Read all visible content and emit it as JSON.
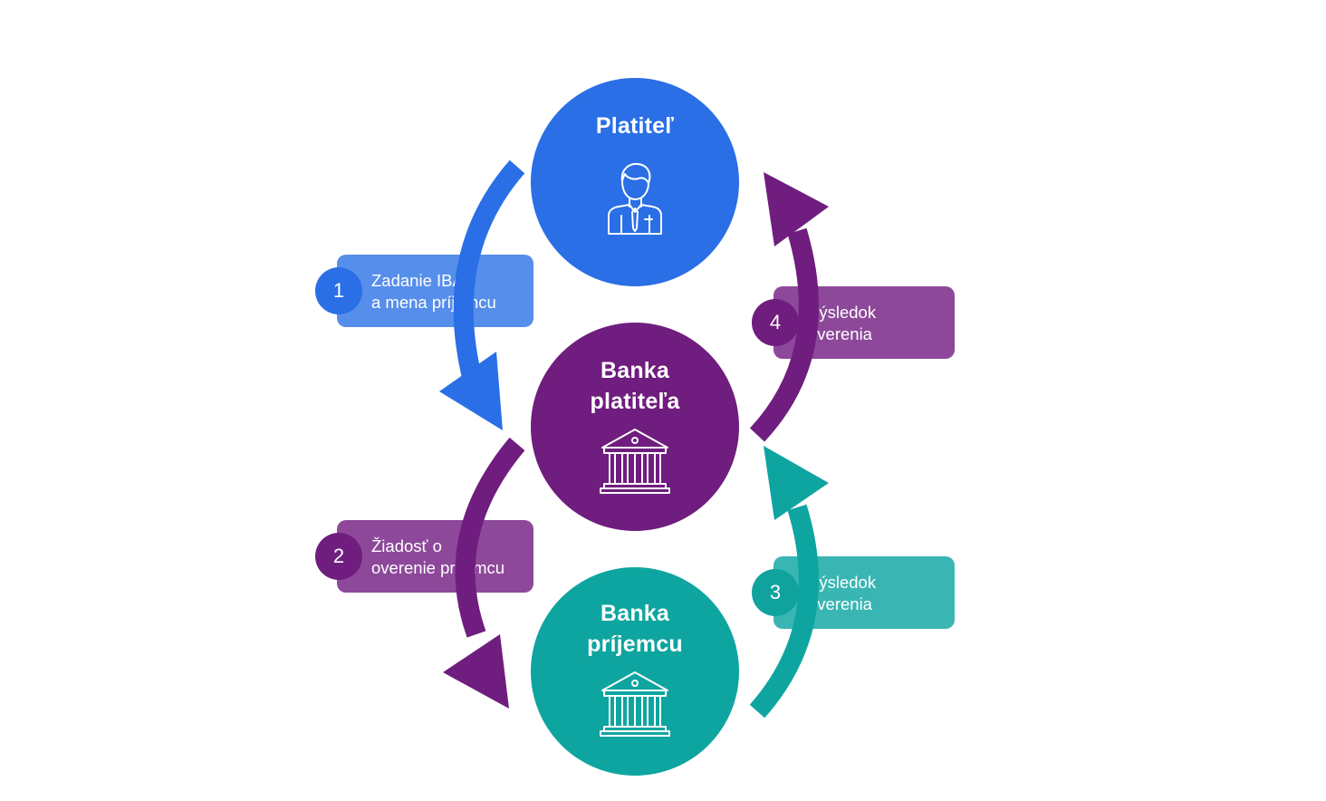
{
  "colors": {
    "payer": "#2a6fe6",
    "payer_bank": "#6f1d7e",
    "payee_bank": "#0ea5a0",
    "step1_box": "#3f7ee8",
    "step2_box": "#7d2f8c",
    "step3_box": "#1eaca8",
    "step4_box": "#7d2f8c",
    "step1_num": "#2a6fe6",
    "step2_num": "#6f1d7e",
    "step3_num": "#10a39e",
    "step4_num": "#6f1d7e"
  },
  "nodes": {
    "payer": {
      "title": "Platiteľ",
      "icon": "person-icon"
    },
    "payer_bank": {
      "title_line1": "Banka",
      "title_line2": "platiteľa",
      "icon": "bank-icon"
    },
    "payee_bank": {
      "title_line1": "Banka",
      "title_line2": "príjemcu",
      "icon": "bank-icon"
    }
  },
  "steps": [
    {
      "number": "1",
      "line1": "Zadanie IBAN",
      "line2": "a mena príjemcu",
      "from": "Platiteľ",
      "to": "Banka platiteľa"
    },
    {
      "number": "2",
      "line1": "Žiadosť o",
      "line2": "overenie príjemcu",
      "from": "Banka platiteľa",
      "to": "Banka príjemcu"
    },
    {
      "number": "3",
      "line1": "Výsledok",
      "line2": "overenia",
      "from": "Banka príjemcu",
      "to": "Banka platiteľa"
    },
    {
      "number": "4",
      "line1": "Výsledok",
      "line2": "overenia",
      "from": "Banka platiteľa",
      "to": "Platiteľ"
    }
  ]
}
